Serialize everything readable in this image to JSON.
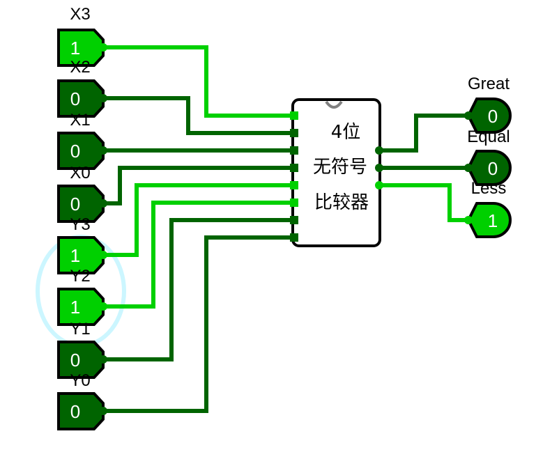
{
  "colors": {
    "high": "#00d000",
    "low": "#006400",
    "outline": "#000000",
    "highlight": "#ccf6ff",
    "chip_fill": "#ffffff",
    "notch": "#808080"
  },
  "inputs": [
    {
      "id": "x3",
      "label": "X3",
      "value": "1"
    },
    {
      "id": "x2",
      "label": "X2",
      "value": "0"
    },
    {
      "id": "x1",
      "label": "X1",
      "value": "0"
    },
    {
      "id": "x0",
      "label": "X0",
      "value": "0"
    },
    {
      "id": "y3",
      "label": "Y3",
      "value": "1"
    },
    {
      "id": "y2",
      "label": "Y2",
      "value": "1"
    },
    {
      "id": "y1",
      "label": "Y1",
      "value": "0"
    },
    {
      "id": "y0",
      "label": "Y0",
      "value": "0"
    }
  ],
  "outputs": [
    {
      "id": "great",
      "label": "Great",
      "value": "0"
    },
    {
      "id": "equal",
      "label": "Equal",
      "value": "0"
    },
    {
      "id": "less",
      "label": "Less",
      "value": "1"
    }
  ],
  "comparator": {
    "line1": "4位",
    "line2": "无符号",
    "line3": "比较器"
  }
}
